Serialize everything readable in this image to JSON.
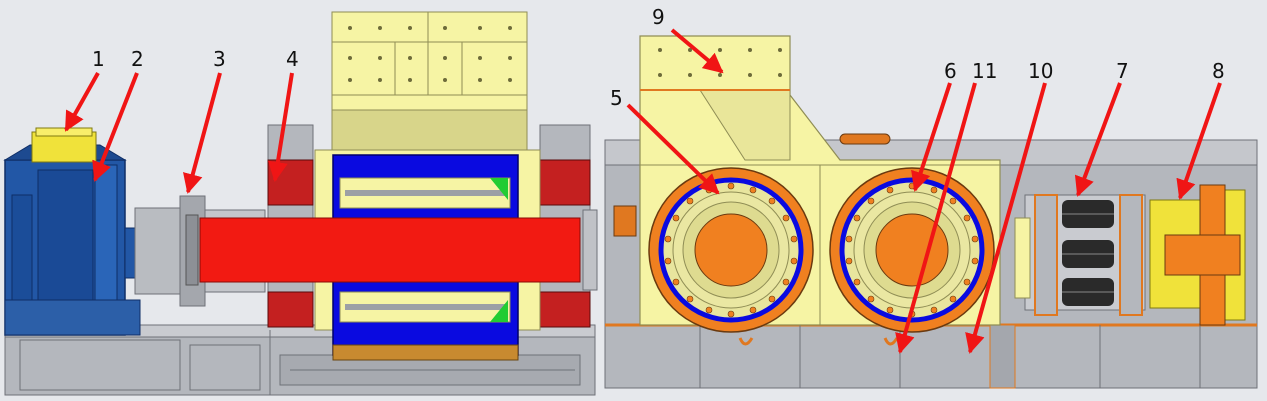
{
  "labels": [
    {
      "id": "1",
      "text": "1"
    },
    {
      "id": "2",
      "text": "2"
    },
    {
      "id": "3",
      "text": "3"
    },
    {
      "id": "4",
      "text": "4"
    },
    {
      "id": "5",
      "text": "5"
    },
    {
      "id": "6",
      "text": "6"
    },
    {
      "id": "7",
      "text": "7"
    },
    {
      "id": "8",
      "text": "8"
    },
    {
      "id": "9",
      "text": "9"
    },
    {
      "id": "10",
      "text": "10"
    },
    {
      "id": "11",
      "text": "11"
    }
  ],
  "colors": {
    "background": "#e6e8ec",
    "frame_gray": "#b4b7bd",
    "pale_yellow": "#f6f4a4",
    "shaft_red": "#f21a12",
    "motor_blue": "#2257a6",
    "roll_orange": "#f08020",
    "disc_blue": "#0a0ae0",
    "arrow_red": "#f01515"
  }
}
